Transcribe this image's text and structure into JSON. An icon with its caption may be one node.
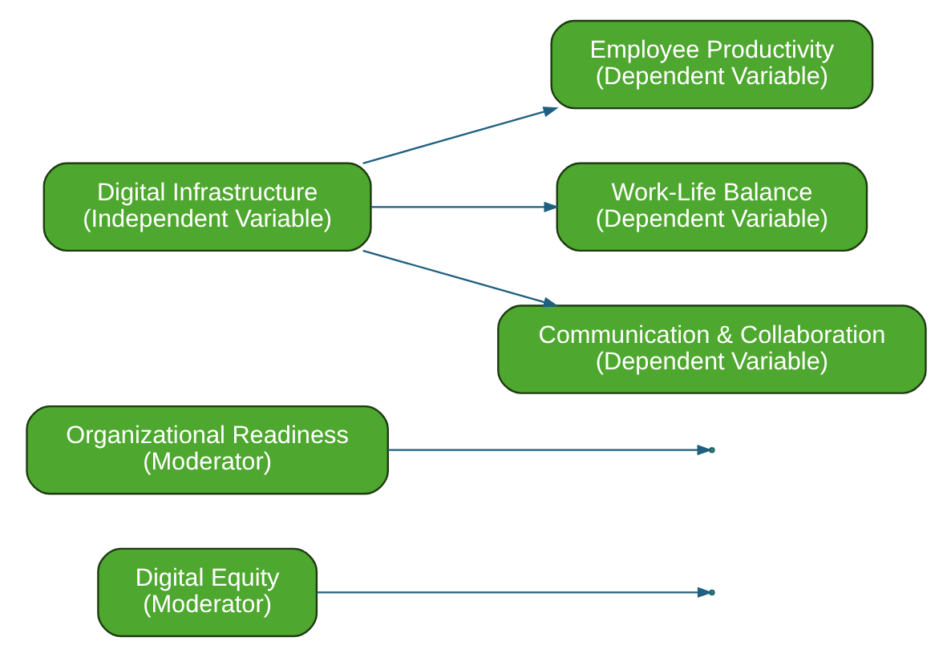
{
  "diagram": {
    "nodes": [
      {
        "text": [
          "Digital Equity",
          "(Moderator)"
        ]
      },
      {
        "text": [
          "Organizational Readiness",
          "(Moderator)"
        ]
      },
      {
        "text": [
          "Digital Infrastructure",
          "(Independent Variable)"
        ]
      },
      {
        "text": [
          "Employee Productivity",
          "(Dependent Variable)"
        ]
      },
      {
        "text": [
          "Work-Life Balance",
          "(Dependent Variable)"
        ]
      },
      {
        "text": [
          "Communication & Collaboration",
          "(Dependent Variable)"
        ]
      }
    ],
    "edges": [
      {
        "from": 0,
        "to": null,
        "arrow": "to"
      },
      {
        "from": 1,
        "to": null,
        "arrow": "to"
      },
      {
        "from": 2,
        "to": 3,
        "arrow": "to"
      },
      {
        "from": 2,
        "to": 4,
        "arrow": "to"
      },
      {
        "from": 2,
        "to": 5,
        "arrow": "to"
      }
    ]
  }
}
